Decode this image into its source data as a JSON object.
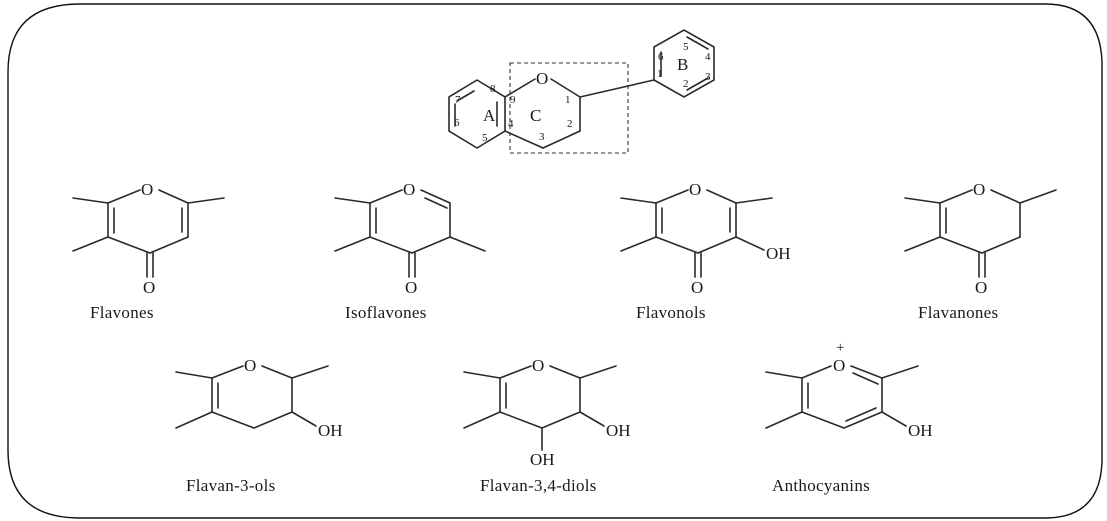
{
  "scaffold": {
    "ring_labels": [
      "A",
      "B",
      "C"
    ],
    "position_numbers": [
      "1",
      "2",
      "3",
      "4",
      "5",
      "6",
      "7",
      "8",
      "9",
      "1",
      "2",
      "3",
      "4",
      "5",
      "6"
    ],
    "oxygen": "O"
  },
  "classes": [
    {
      "id": "flavones",
      "caption": "Flavones",
      "atoms": [
        "O",
        "O"
      ]
    },
    {
      "id": "isoflavones",
      "caption": "Isoflavones",
      "atoms": [
        "O",
        "O"
      ]
    },
    {
      "id": "flavonols",
      "caption": "Flavonols",
      "atoms": [
        "O",
        "O",
        "OH"
      ]
    },
    {
      "id": "flavanones",
      "caption": "Flavanones",
      "atoms": [
        "O",
        "O"
      ]
    },
    {
      "id": "flavan-3-ols",
      "caption": "Flavan-3-ols",
      "atoms": [
        "O",
        "OH"
      ]
    },
    {
      "id": "flavan-3-4-diols",
      "caption": "Flavan-3,4-diols",
      "atoms": [
        "O",
        "OH",
        "OH"
      ]
    },
    {
      "id": "anthocyanins",
      "caption": "Anthocyanins",
      "atoms": [
        "O",
        "OH"
      ],
      "charge": "+"
    }
  ]
}
